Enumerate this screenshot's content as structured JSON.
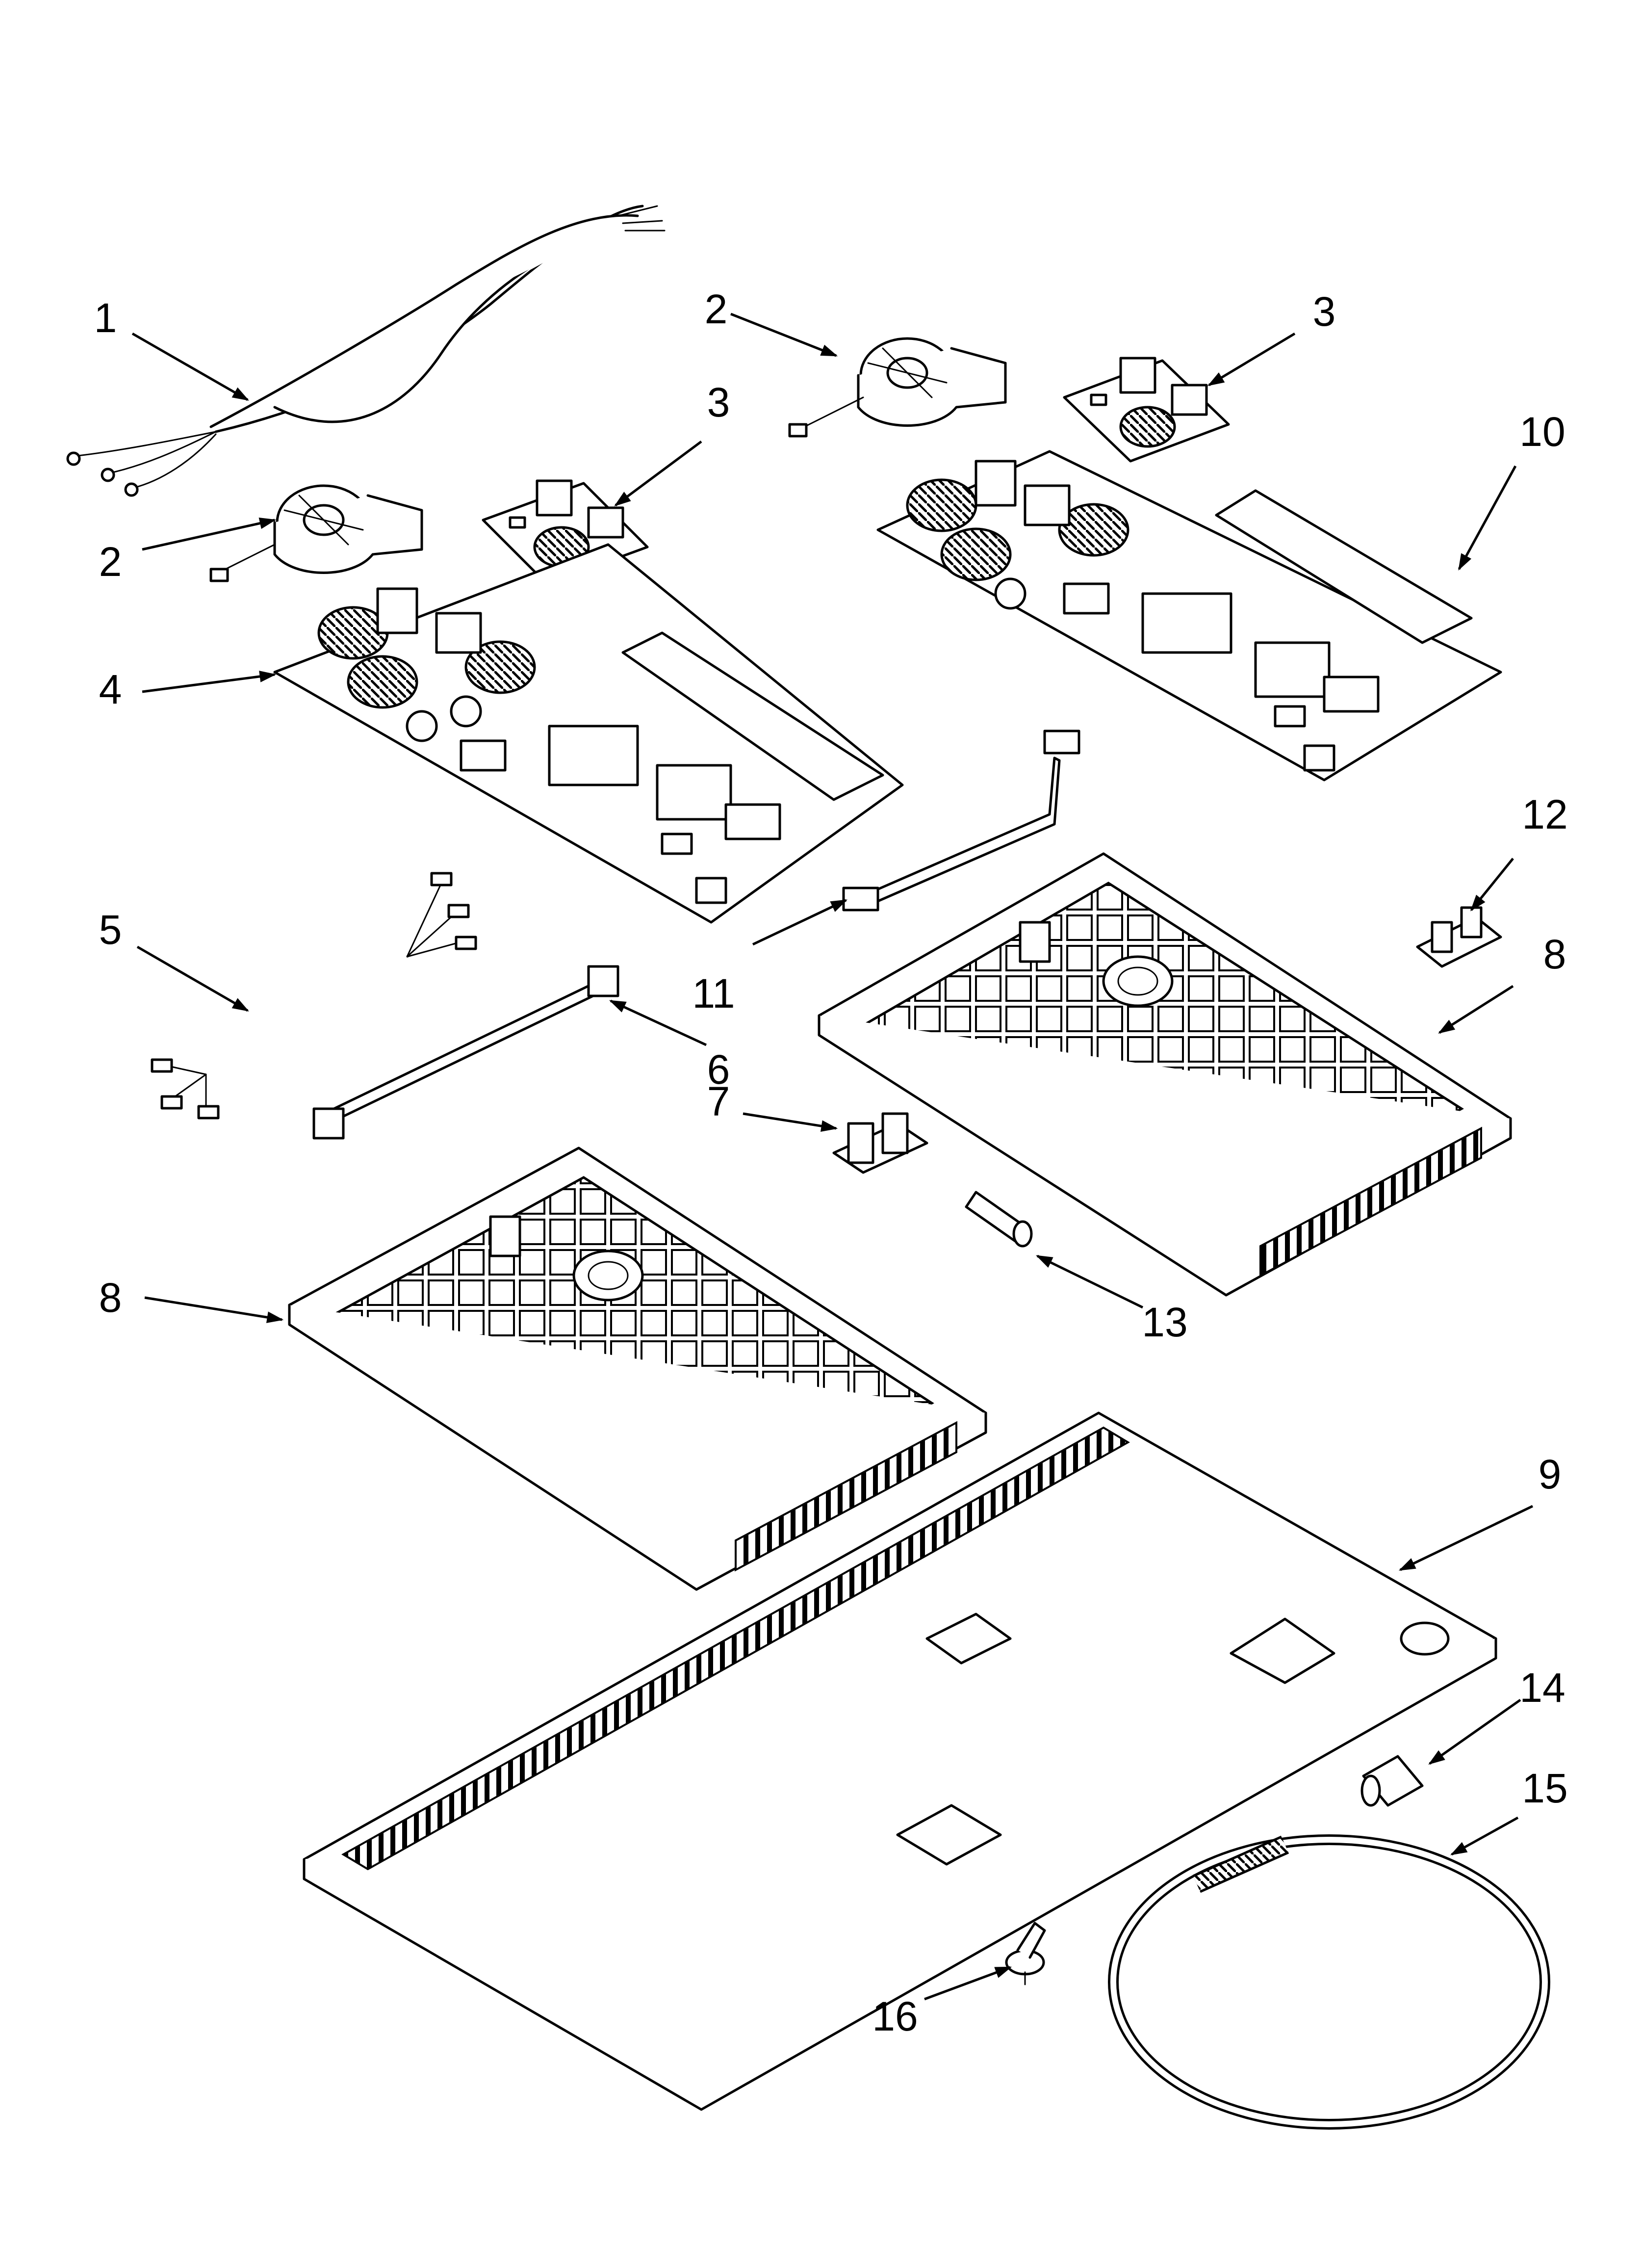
{
  "diagram": {
    "callouts": [
      "1",
      "2",
      "2",
      "3",
      "3",
      "4",
      "5",
      "6",
      "7",
      "8",
      "8",
      "9",
      "10",
      "11",
      "12",
      "13",
      "14",
      "15",
      "16"
    ],
    "part_icons": [
      "power-cord-icon",
      "fan-icon",
      "filter-board-icon",
      "control-board-icon",
      "wire-harness-icon",
      "ribbon-cable-icon",
      "clip-icon",
      "tray-icon",
      "base-plate-icon",
      "connector-icon",
      "strain-relief-icon",
      "conduit-icon",
      "fastener-icon"
    ]
  }
}
